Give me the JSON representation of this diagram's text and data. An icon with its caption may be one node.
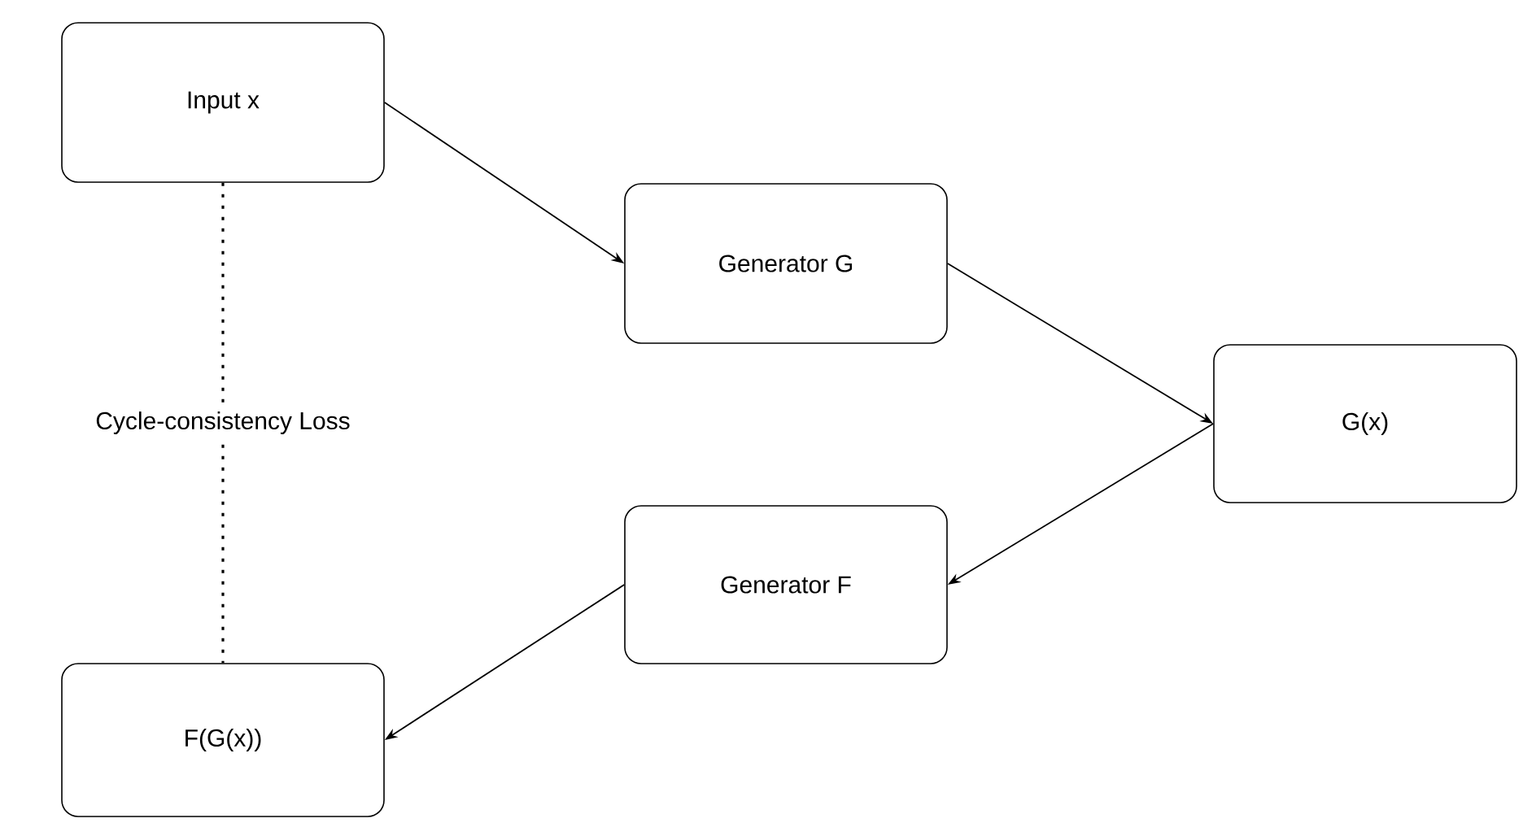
{
  "diagram": {
    "nodes": [
      {
        "text": [
          "Input x"
        ]
      },
      {
        "text": [
          "Generator G"
        ]
      },
      {
        "text": [
          "G(x)"
        ]
      },
      {
        "text": [
          "Generator F"
        ]
      },
      {
        "text": [
          "F(G(x))"
        ]
      }
    ],
    "edges": [
      {
        "from": 0,
        "to": 1,
        "arrow": "to"
      },
      {
        "from": 1,
        "to": 2,
        "arrow": "to"
      },
      {
        "from": 2,
        "to": 3,
        "arrow": "to"
      },
      {
        "from": 3,
        "to": 4,
        "arrow": "to"
      },
      {
        "from": 0,
        "to": 4,
        "arrow": "none",
        "style": "dashed",
        "label": "Cycle-consistency Loss"
      }
    ]
  }
}
